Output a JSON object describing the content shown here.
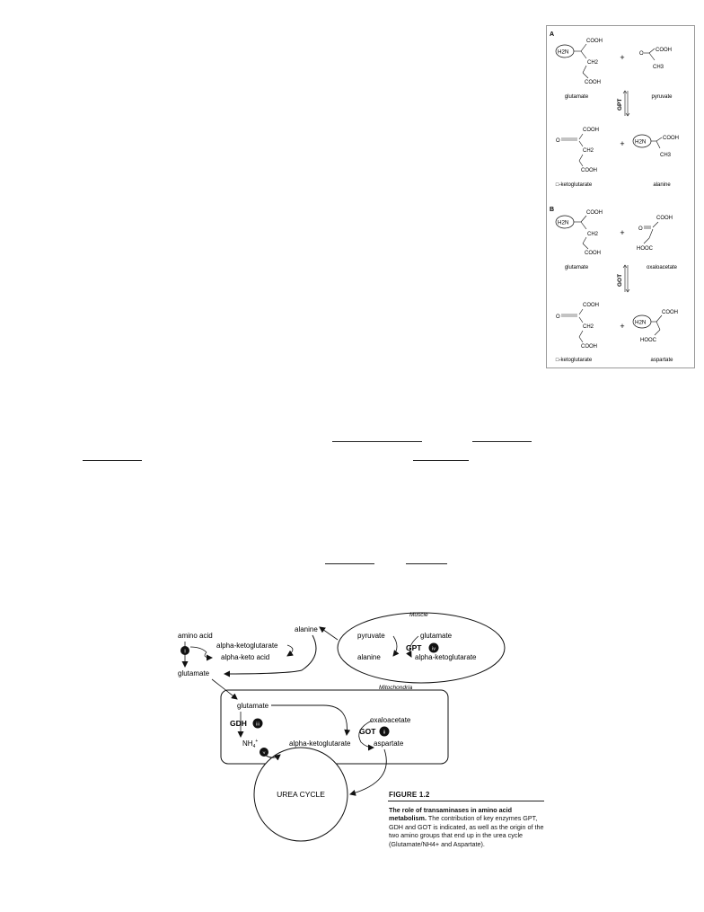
{
  "panel": {
    "A": {
      "label": "A",
      "enzyme": "GPT",
      "top_left": {
        "name": "glutamate",
        "amine": "H2N",
        "top": "COOH",
        "mid": "CH2",
        "bottom": "COOH"
      },
      "top_right": {
        "name": "pyruvate",
        "carbonyl": "O",
        "acid": "COOH",
        "methyl": "CH3"
      },
      "bottom_left": {
        "name": "□-ketoglutarate",
        "carbonyl": "O",
        "top": "COOH",
        "mid": "CH2",
        "bottom": "COOH"
      },
      "bottom_right": {
        "name": "alanine",
        "amine": "H2N",
        "acid": "COOH",
        "methyl": "CH3"
      }
    },
    "B": {
      "label": "B",
      "enzyme": "GOT",
      "top_left": {
        "name": "glutamate",
        "amine": "H2N",
        "top": "COOH",
        "mid": "CH2",
        "bottom": "COOH"
      },
      "top_right": {
        "name": "oxaloacetate",
        "carbonyl": "O",
        "acid": "COOH",
        "acid2": "HOOC"
      },
      "bottom_left": {
        "name": "□-ketoglutarate",
        "carbonyl": "O",
        "top": "COOH",
        "mid": "CH2",
        "bottom": "COOH"
      },
      "bottom_right": {
        "name": "aspartate",
        "amine": "H2N",
        "acid": "COOH",
        "acid2": "HOOC"
      }
    },
    "plus": "+"
  },
  "diagram": {
    "muscle_label": "Muscle",
    "mito_label": "Mitochondria",
    "amino_acid": "amino acid",
    "alpha_kg_1": "alpha-ketoglutarate",
    "alpha_keto_acid": "alpha-keto acid",
    "glutamate_1": "glutamate",
    "alanine_top": "alanine",
    "pyruvate": "pyruvate",
    "glutamate_muscle": "glutamate",
    "gpt": "GPT",
    "alanine_muscle": "alanine",
    "alpha_kg_muscle": "alpha-ketoglutarate",
    "glutamate_mito": "glutamate",
    "gdh": "GDH",
    "nh4": "NH",
    "nh4_sub": "4",
    "nh4_sup": "+",
    "oxaloacetate": "oxaloacetate",
    "got": "GOT",
    "aspartate": "aspartate",
    "alpha_kg_mito": "alpha-ketoglutarate",
    "urea": "UREA CYCLE",
    "badge_i": "i",
    "badge_ii": "ii",
    "badge_iii": "iii",
    "badge_iv": "iv",
    "badge_v": "v"
  },
  "figure": {
    "label": "FIGURE 1.2",
    "caption_bold": "The role of transaminases in amino acid metabolism.",
    "caption_rest": " The contribution of key enzymes GPT, GDH and GOT is indicated, as well as the origin of the two amino groups that end up in the urea cycle (Glutamate/NH4+ and Aspartate)."
  }
}
